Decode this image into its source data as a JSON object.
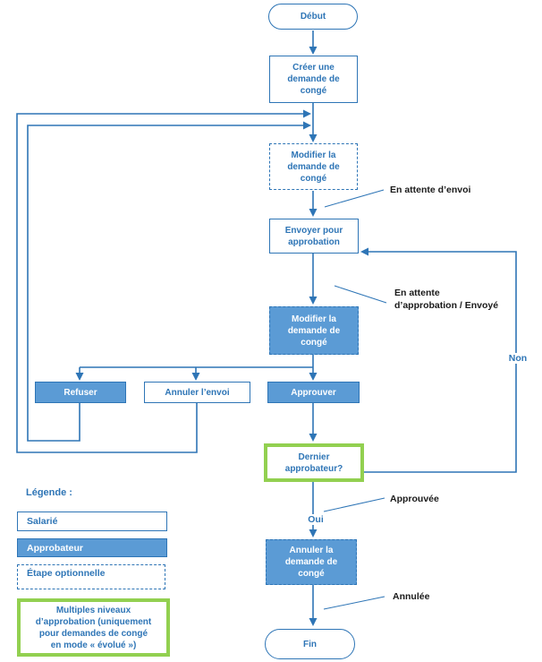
{
  "colors": {
    "line_blue": "#2E75B6",
    "fill_blue": "#5B9BD5",
    "green": "#92D050",
    "text_blue": "#2E75B6",
    "annotation_black": "#1a1a1a"
  },
  "nodes": {
    "debut": "Début",
    "creer": "Créer une\ndemande de\ncongé",
    "modifier_optionnel": "Modifier la\ndemande de\ncongé",
    "envoyer": "Envoyer pour\napprobation",
    "modifier_approbateur": "Modifier la\ndemande de\ncongé",
    "refuser": "Refuser",
    "annuler_envoi": "Annuler l’envoi",
    "approuver": "Approuver",
    "dernier_approbateur": "Dernier\napprobateur?",
    "annuler_demande": "Annuler la\ndemande de\ncongé",
    "fin": "Fin"
  },
  "edge_labels": {
    "oui": "Oui",
    "non": "Non"
  },
  "annotations": {
    "en_attente_envoi": "En attente d’envoi",
    "en_attente_approbation": "En attente\nd’approbation / Envoyé",
    "approuvee": "Approuvée",
    "annulee": "Annulée"
  },
  "legend": {
    "title": "Légende :",
    "salarie": "Salarié",
    "approbateur": "Approbateur",
    "etape_optionnelle": "Étape optionnelle",
    "multiples_niveaux": "Multiples niveaux\nd’approbation (uniquement\npour demandes de congé\nen mode « évolué »)"
  }
}
